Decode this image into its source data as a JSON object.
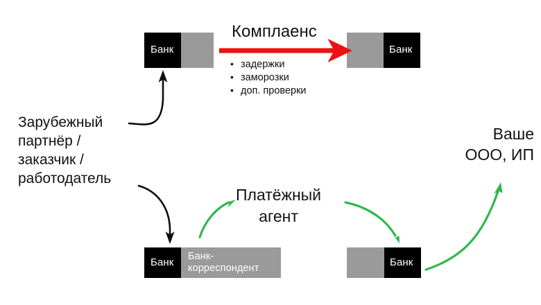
{
  "diagram": {
    "title_text": "Комплаенс",
    "colors": {
      "bank_black": "#000000",
      "bank_gray": "#9a9a9a",
      "compliance_arrow": "#ee1111",
      "agent_arrow": "#2eb84c",
      "routing_arrow": "#000000",
      "text": "#111111",
      "background": "#ffffff"
    },
    "boxes": {
      "top_left": {
        "black_label": "Банк",
        "gray_label": ""
      },
      "top_right": {
        "gray_label": "",
        "black_label": "Банк"
      },
      "bottom_left": {
        "black_label": "Банк",
        "gray_label": "Банк-\nкорреспондент"
      },
      "bottom_right": {
        "gray_label": "",
        "black_label": "Банк"
      }
    },
    "compliance": {
      "title": "Комплаенс",
      "items": [
        "задержки",
        "заморозки",
        "доп. проверки"
      ]
    },
    "labels": {
      "foreign_partner": "Зарубежный\nпартнёр /\nзаказчик /\nработодатель",
      "payment_agent": "Платёжный\nагент",
      "your_company": "Ваше\nООО, ИП"
    }
  }
}
